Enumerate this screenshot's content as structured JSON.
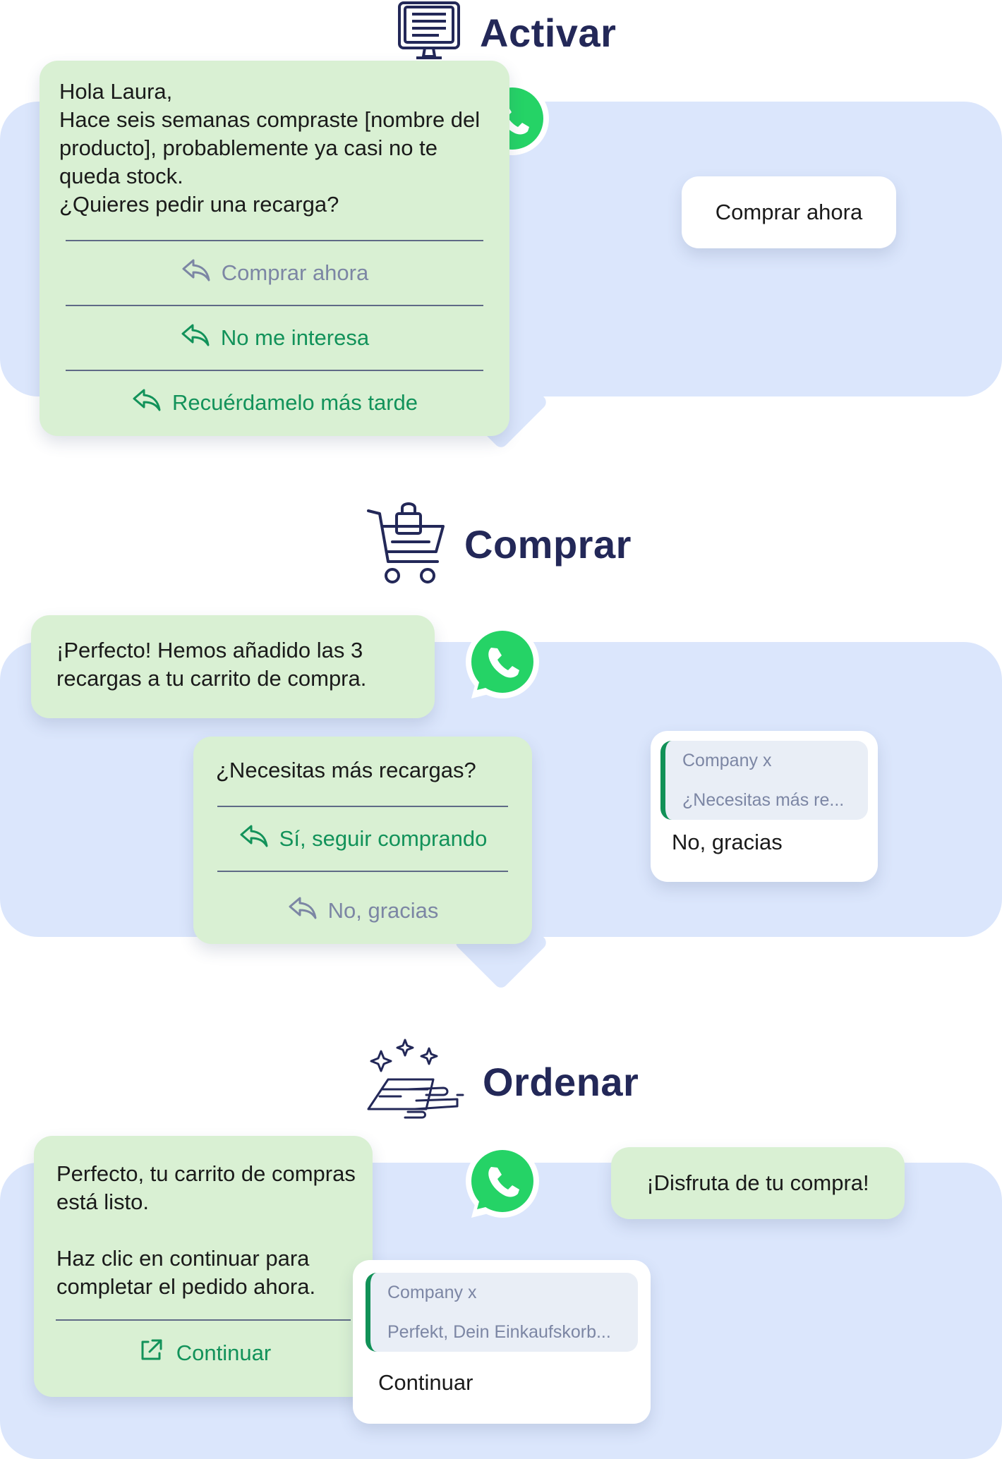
{
  "colors": {
    "panel": "#dbe6fc",
    "bubble_green": "#d9f0d3",
    "heading": "#232858",
    "reply_green": "#12925a",
    "reply_grey": "#7c86a4",
    "whatsapp": "#25d366"
  },
  "activar": {
    "title": "Activar",
    "icon": "computer-monitor-icon",
    "message": "Hola Laura,\nHace seis semanas compraste [nombre del producto], probablemente ya casi no te queda stock.\n¿Quieres pedir una recarga?",
    "replies": [
      {
        "label": "Comprar ahora",
        "style": "grey"
      },
      {
        "label": "No me interesa",
        "style": "green"
      },
      {
        "label": "Recuérdamelo más tarde",
        "style": "green"
      }
    ],
    "user_reply": "Comprar ahora"
  },
  "comprar": {
    "title": "Comprar",
    "icon": "shopping-cart-icon",
    "message1": "¡Perfecto! Hemos añadido las 3 recargas a tu carrito de compra.",
    "message2": "¿Necesitas más recargas?",
    "replies": [
      {
        "label": "Sí, seguir comprando",
        "style": "green"
      },
      {
        "label": "No, gracias",
        "style": "grey"
      }
    ],
    "quote": {
      "company": "Company x",
      "text": "¿Necesitas más re...",
      "reply": "No, gracias"
    }
  },
  "ordenar": {
    "title": "Ordenar",
    "icon": "hand-card-payment-icon",
    "message": "Perfecto, tu carrito de compras está listo.\n\nHaz clic en continuar para completar el pedido ahora.",
    "button": "Continuar",
    "quote": {
      "company": "Company x",
      "text": "Perfekt, Dein Einkaufskorb...",
      "reply": "Continuar"
    },
    "final_message": "¡Disfruta de tu compra!"
  }
}
